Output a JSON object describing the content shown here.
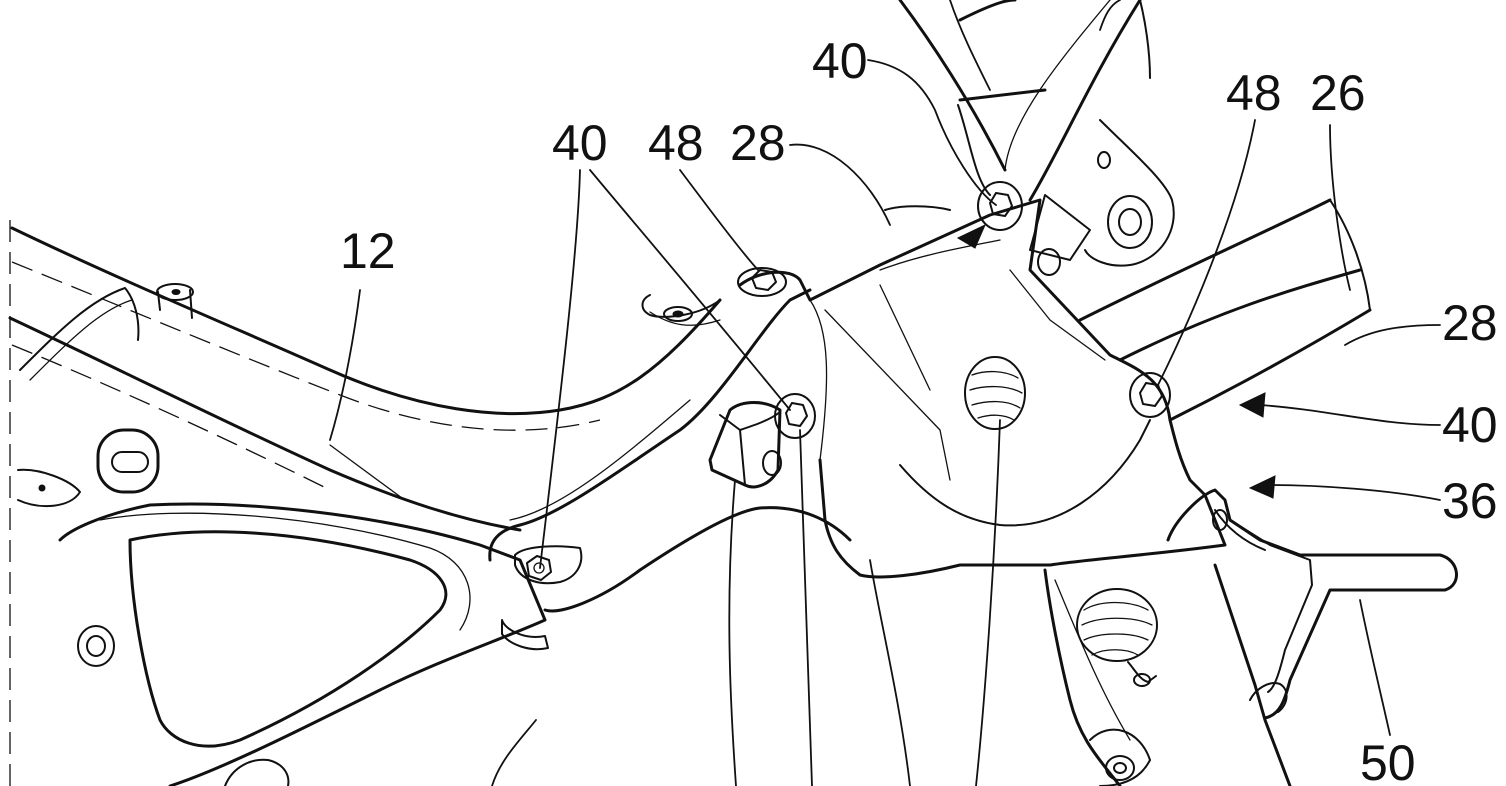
{
  "figure": {
    "reference_numerals": [
      {
        "id": "ref-12",
        "text": "12"
      },
      {
        "id": "ref-40-a",
        "text": "40"
      },
      {
        "id": "ref-48-a",
        "text": "48"
      },
      {
        "id": "ref-28-a",
        "text": "28"
      },
      {
        "id": "ref-40-b",
        "text": "40"
      },
      {
        "id": "ref-48-b",
        "text": "48"
      },
      {
        "id": "ref-26",
        "text": "26"
      },
      {
        "id": "ref-28-b",
        "text": "28"
      },
      {
        "id": "ref-40-c",
        "text": "40"
      },
      {
        "id": "ref-36",
        "text": "36"
      },
      {
        "id": "ref-50",
        "text": "50"
      }
    ]
  }
}
